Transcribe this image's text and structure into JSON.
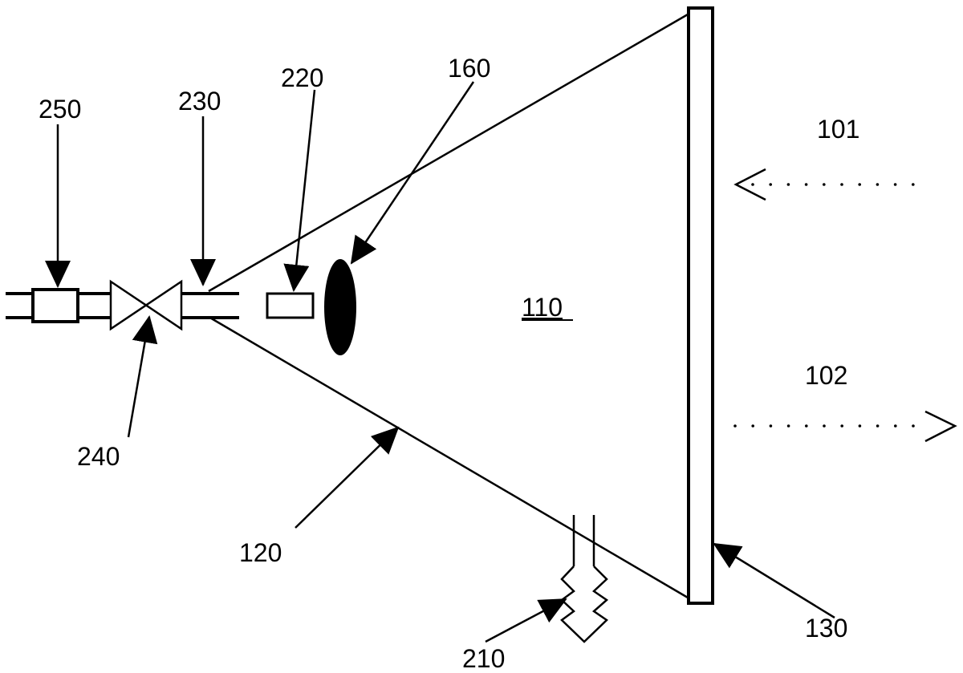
{
  "diagram": {
    "labels": {
      "l101": "101",
      "l102": "102",
      "l110": "110",
      "l120": "120",
      "l130": "130",
      "l160": "160",
      "l210": "210",
      "l220": "220",
      "l230": "230",
      "l240": "240",
      "l250": "250"
    },
    "colors": {
      "ink": "#000000",
      "background": "#ffffff"
    }
  }
}
